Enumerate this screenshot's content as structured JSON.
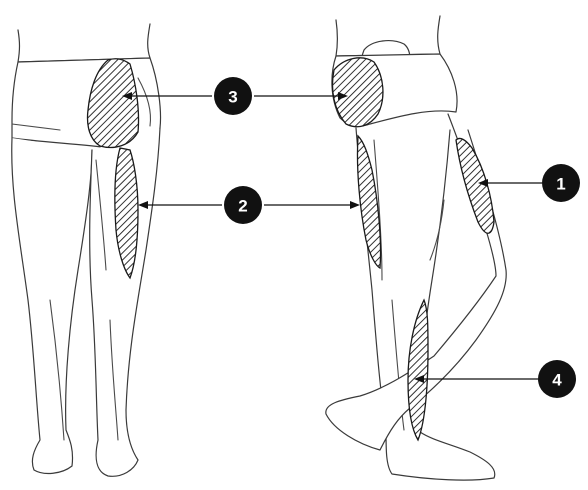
{
  "callouts": [
    {
      "id": "1",
      "label": "1"
    },
    {
      "id": "2",
      "label": "2"
    },
    {
      "id": "3",
      "label": "3"
    },
    {
      "id": "4",
      "label": "4"
    }
  ],
  "colors": {
    "outline": "#3a3a3a",
    "hatch": "#1a1a1a",
    "badge": "#111111",
    "badge_text": "#ffffff"
  }
}
